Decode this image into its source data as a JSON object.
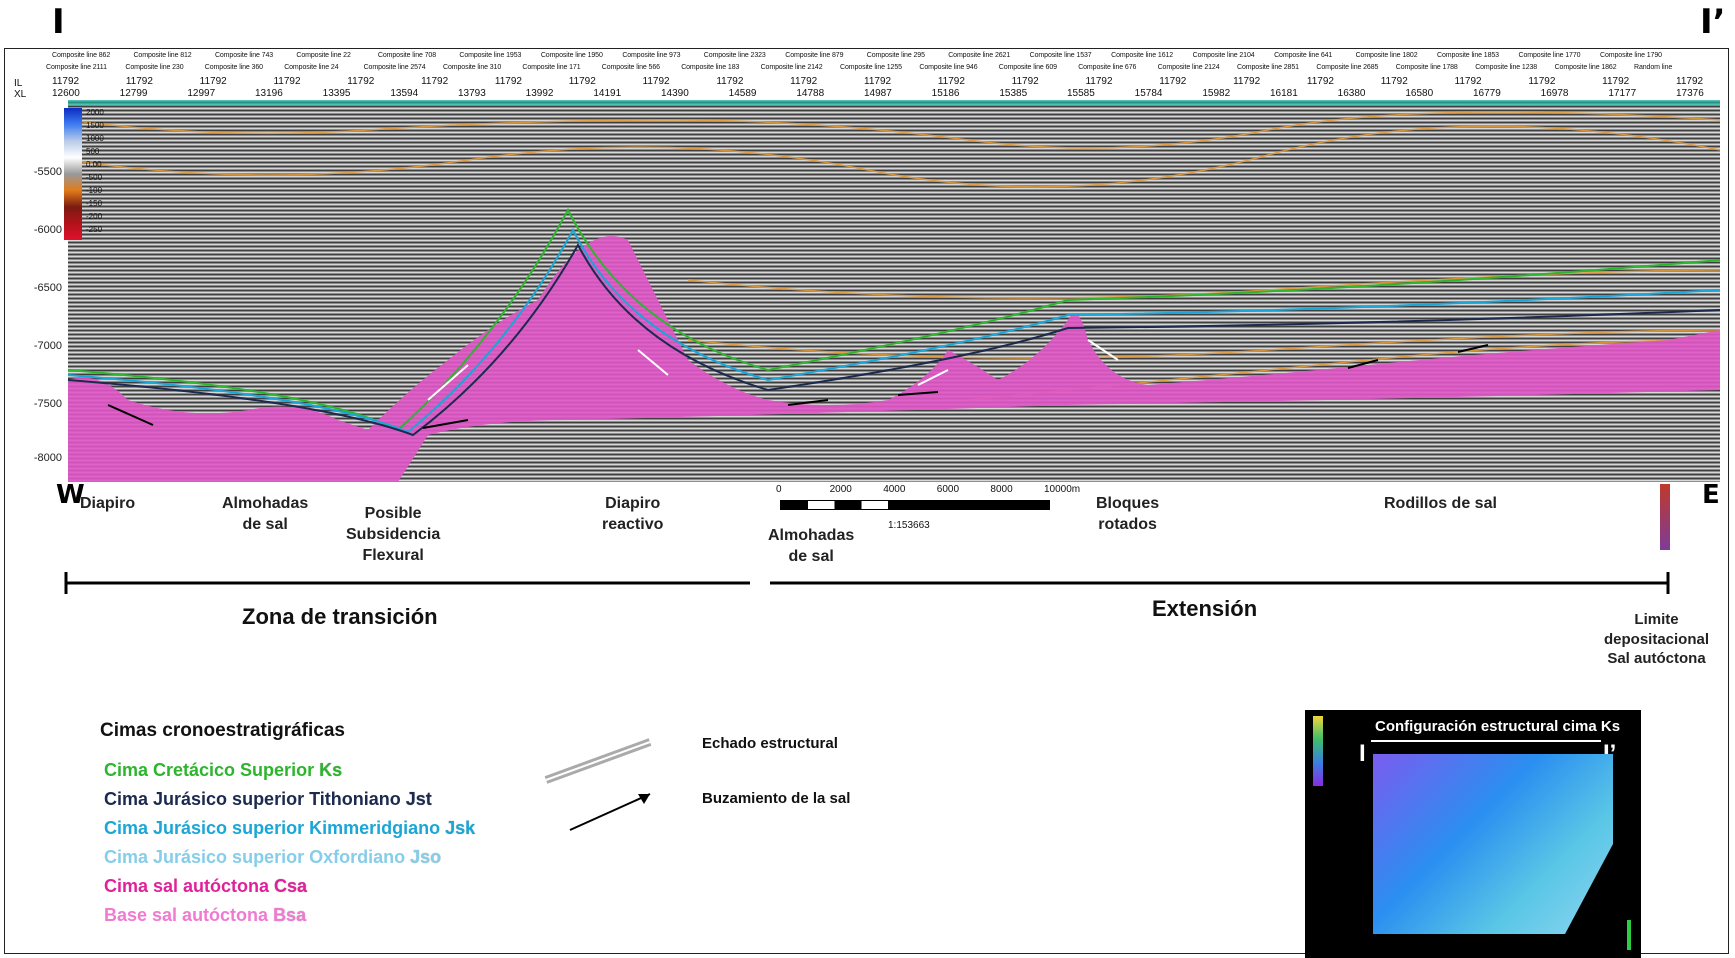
{
  "section_labels": {
    "left": "I",
    "right": "I’"
  },
  "header": {
    "row1": [
      "Composite line 862",
      "Composite line 812",
      "Composite line 743",
      "Composite line 22",
      "Composite line 708",
      "Composite line 1953",
      "Composite line 1950",
      "Composite line 973",
      "Composite line 2323",
      "Composite line 879",
      "Composite line 295",
      "Composite line 2621",
      "Composite line 1537",
      "Composite line 1612",
      "Composite line 2104",
      "Composite line 641",
      "Composite line 1802",
      "Composite line 1853",
      "Composite line 1770",
      "Composite line 1790"
    ],
    "row2": [
      "Composite line 2111",
      "Composite line 230",
      "Composite line 360",
      "Composite line 24",
      "Composite line 2574",
      "Composite line 310",
      "Composite line 171",
      "Composite line 566",
      "Composite line 183",
      "Composite line 2142",
      "Composite line 1255",
      "Composite line 946",
      "Composite line 609",
      "Composite line 676",
      "Composite line 2124",
      "Composite line 2851",
      "Composite line 2685",
      "Composite line 1788",
      "Composite line 1238",
      "Composite line 1862",
      "Random line"
    ],
    "il_label": "IL",
    "xl_label": "XL",
    "il_values": [
      "11792",
      "11792",
      "11792",
      "11792",
      "11792",
      "11792",
      "11792",
      "11792",
      "11792",
      "11792",
      "11792",
      "11792",
      "11792",
      "11792",
      "11792",
      "11792",
      "11792",
      "11792",
      "11792",
      "11792",
      "11792",
      "11792",
      "11792"
    ],
    "xl_values": [
      "12600",
      "12799",
      "12997",
      "13196",
      "13395",
      "13594",
      "13793",
      "13992",
      "14191",
      "14390",
      "14589",
      "14788",
      "14987",
      "15186",
      "15385",
      "15585",
      "15784",
      "15982",
      "16181",
      "16380",
      "16580",
      "16779",
      "16978",
      "17177",
      "17376"
    ]
  },
  "depth_axis": {
    "ticks": [
      "-5500",
      "-6000",
      "-6500",
      "-7000",
      "-7500",
      "-8000"
    ]
  },
  "colorbar": {
    "ticks": [
      "2000",
      "1500",
      "1000",
      "500",
      "0.00",
      "-500",
      "-100",
      "-150",
      "-200",
      "-250"
    ]
  },
  "annotations": {
    "W": "W",
    "E": "E",
    "diapiro": "Diapiro",
    "almohadas_1": "Almohadas\nde sal",
    "subsidencia": "Posible\nSubsidencia\nFlexural",
    "diapiro_reactivo": "Diapiro\nreactivo",
    "almohadas_2": "Almohadas\nde sal",
    "bloques": "Bloques\nrotados",
    "rodillos": "Rodillos de sal",
    "limite": "Limite\ndepositacional\nSal autóctona"
  },
  "scale_bar": {
    "ticks": [
      "0",
      "2000",
      "4000",
      "6000",
      "8000",
      "10000m"
    ],
    "ratio": "1:153663"
  },
  "zones": {
    "transicion": "Zona de transición",
    "extension": "Extensión"
  },
  "legend": {
    "title": "Cimas cronoestratigráficas",
    "items": [
      {
        "text": "Cima Cretácico Superior ",
        "code": "Ks",
        "color": "#2db52d"
      },
      {
        "text": "Cima Jurásico superior Tithoniano ",
        "code": "Jst",
        "color": "#1b2a4e"
      },
      {
        "text": "Cima Jurásico superior Kimmeridgiano ",
        "code": "Jsk",
        "color": "#1aa6d6"
      },
      {
        "text": "Cima Jurásico superior Oxfordiano ",
        "code": "Jso",
        "color": "#86cdea"
      },
      {
        "text": "Cima sal autóctona ",
        "code": "Csa",
        "color": "#e0219a"
      },
      {
        "text": "Base sal autóctona ",
        "code": "Bsa",
        "color": "#f07ad2"
      }
    ]
  },
  "arrow_legend": {
    "echado": "Echado estructural",
    "buzamiento": "Buzamiento de la sal"
  },
  "minimap": {
    "title": "Configuración estructural cima Ks",
    "left": "I",
    "right": "I’"
  },
  "colors": {
    "salt": "#e055c8",
    "seismic_bg": "#8c8c8c",
    "horizon_orange": "#e39b3c"
  }
}
